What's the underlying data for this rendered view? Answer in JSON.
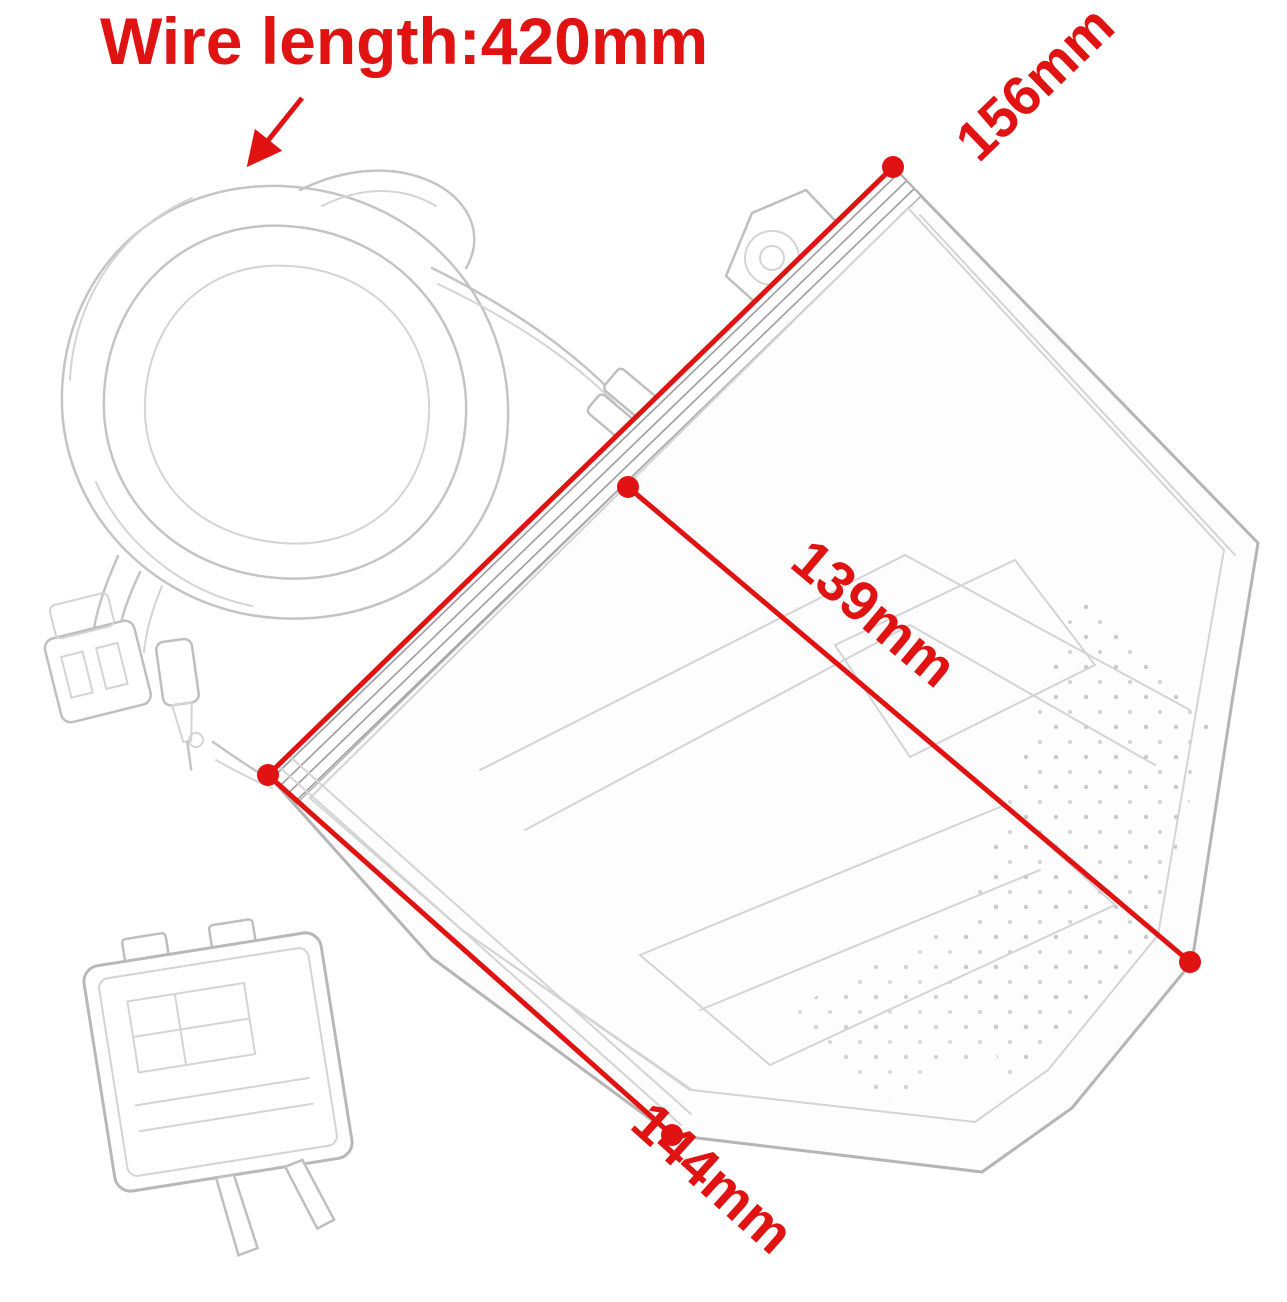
{
  "page": {
    "background_color": "#ffffff",
    "kind": "product dimension diagram"
  },
  "colors": {
    "annotation_red": "#e11212",
    "line_art_gray": "#c4c4c4"
  },
  "annotations": {
    "wire_length": "Wire length:420mm",
    "dim_top_right": "156mm",
    "dim_middle": "139mm",
    "dim_bottom": "144mm"
  }
}
